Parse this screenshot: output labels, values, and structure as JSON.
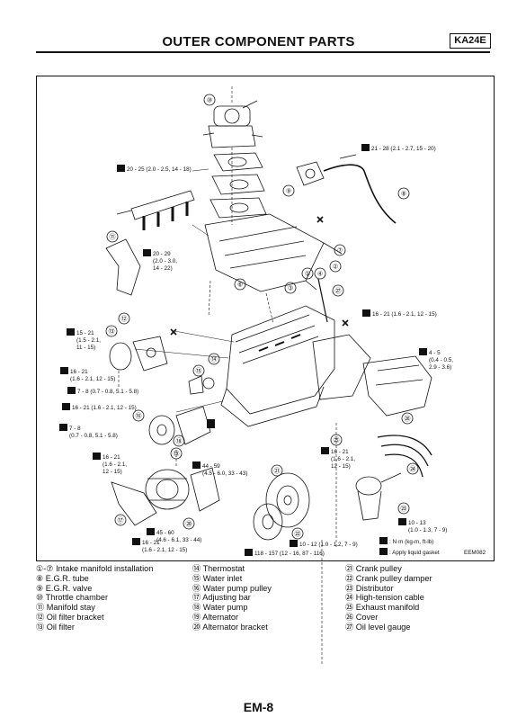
{
  "header": {
    "title": "OUTER COMPONENT PARTS",
    "code": "KA24E"
  },
  "diagram": {
    "figure_id": "EEM082",
    "callouts": [
      "⑩",
      "⑨",
      "⑧",
      "⑪",
      "⑦",
      "②",
      "①",
      "④",
      "⑥",
      "③",
      "㉗",
      "⑫",
      "⑬",
      "⑭",
      "⑮",
      "⑯",
      "⑱",
      "⑲",
      "㉑",
      "⑰",
      "⑳",
      "㉒",
      "㉔",
      "㉕",
      "㉖",
      "㉓"
    ],
    "torques": {
      "t1": [
        "21 - 28 (2.1 - 2.7, 15 - 20)"
      ],
      "t2": [
        "20 - 25 (2.0 - 2.5, 14 - 18)"
      ],
      "t3": [
        "20 - 29",
        "(2.0 - 3.0,",
        "14 - 22)"
      ],
      "t4": [
        "16 - 21 (1.6 - 2.1, 12 - 15)"
      ],
      "t5": [
        "15 - 21",
        "(1.5 - 2.1,",
        "11 - 15)"
      ],
      "t6": [
        "4 - 5",
        "(0.4 - 0.5,",
        "2.9 - 3.6)"
      ],
      "t7": [
        "16 - 21",
        "(1.6 - 2.1, 12 - 15)"
      ],
      "t8": [
        "7 - 8 (0.7 - 0.8, 5.1 - 5.8)"
      ],
      "t9": [
        "16 - 21 (1.6 - 2.1, 12 - 15)"
      ],
      "t10": [
        "7 - 8",
        "(0.7 - 0.8, 5.1 - 5.8)"
      ],
      "t11": [
        "16 - 21",
        "(1.6 - 2.1,",
        "12 - 15)"
      ],
      "t12": [
        "16 - 21",
        "(1.6 - 2.1,",
        "12 - 15)"
      ],
      "t13": [
        "44 - 59",
        "(4.5 - 6.0, 33 - 43)"
      ],
      "t14": [
        "10 - 13",
        "(1.0 - 1.3, 7 - 9)"
      ],
      "t15": [
        "45 - 60",
        "(4.6 - 6.1, 33 - 44)"
      ],
      "t16": [
        "16 - 21",
        "(1.6 - 2.1, 12 - 15)"
      ],
      "t17": [
        "10 - 12 (1.0 - 1.2, 7 - 9)"
      ],
      "t18": [
        "118 - 157 (12 - 16, 87 - 116)"
      ]
    },
    "unit_note": ": N·m (kg-m, ft-lb)",
    "gasket_note": ": Apply liquid gasket"
  },
  "legend": {
    "col1": [
      "①-⑦  Intake manifold installation",
      "⑧  E.G.R. tube",
      "⑨  E.G.R. valve",
      "⑩  Throttle chamber",
      "⑪  Manifold stay",
      "⑫  Oil filter bracket",
      "⑬  Oil filter"
    ],
    "col2": [
      "⑭  Thermostat",
      "⑮  Water inlet",
      "⑯  Water pump pulley",
      "⑰  Adjusting bar",
      "⑱  Water pump",
      "⑲  Alternator",
      "⑳  Alternator bracket"
    ],
    "col3": [
      "㉑  Crank pulley",
      "㉒  Crank pulley damper",
      "㉓  Distributor",
      "㉔  High-tension cable",
      "㉕  Exhaust manifold",
      "㉖  Cover",
      "㉗  Oil level gauge"
    ]
  },
  "footer": {
    "page": "EM-8"
  }
}
